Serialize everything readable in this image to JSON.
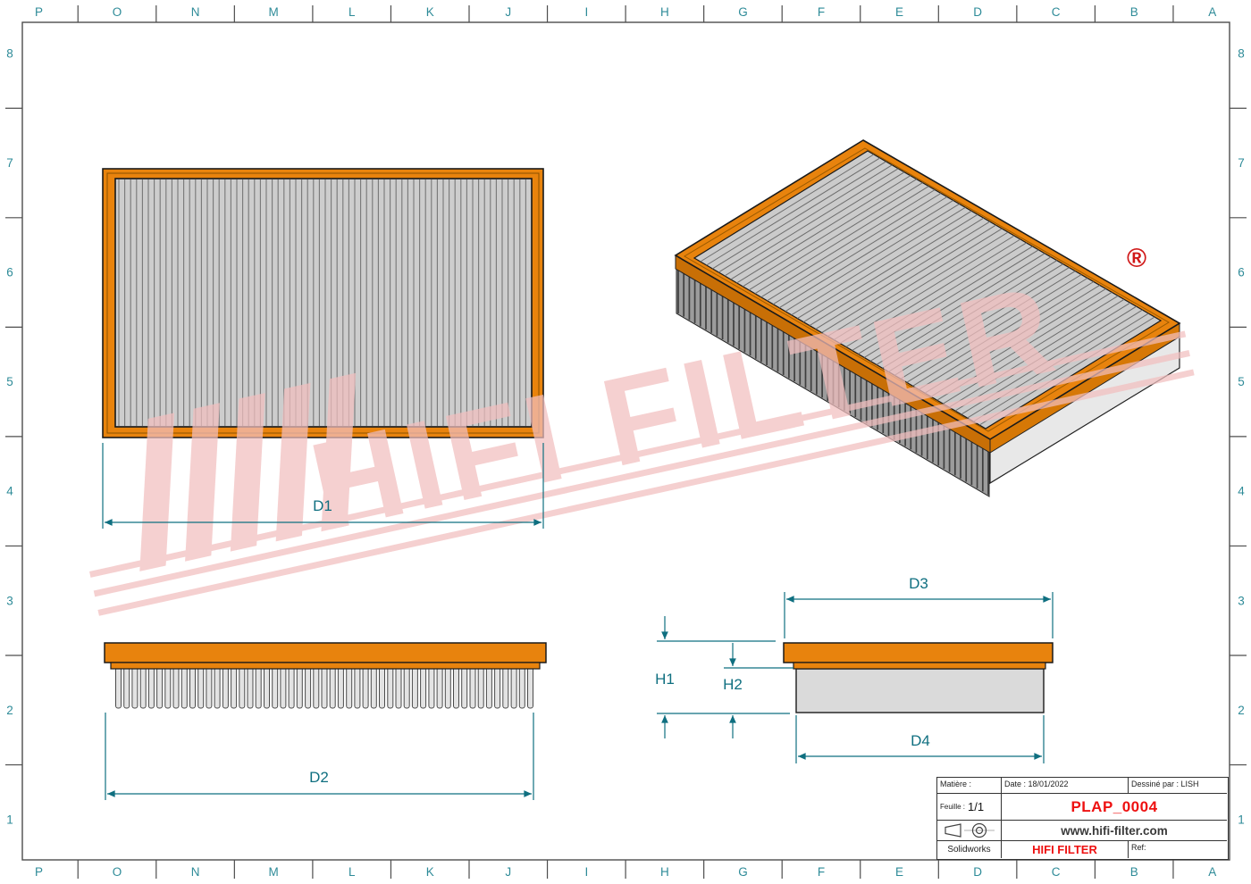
{
  "grid": {
    "columns": [
      "P",
      "O",
      "N",
      "M",
      "L",
      "K",
      "J",
      "I",
      "H",
      "G",
      "F",
      "E",
      "D",
      "C",
      "B",
      "A"
    ],
    "rows": [
      "8",
      "7",
      "6",
      "5",
      "4",
      "3",
      "2",
      "1"
    ]
  },
  "dimensions": {
    "d1": "D1",
    "d2": "D2",
    "d3": "D3",
    "d4": "D4",
    "h1": "H1",
    "h2": "H2"
  },
  "watermark": {
    "text": "HIFI FILTER",
    "registered_mark": "®"
  },
  "colors": {
    "frame_orange": "#E8830D",
    "pleat_gray": "#CDCDCD",
    "dimension_teal": "#0F6F80",
    "grid_teal": "#2E8B98",
    "watermark_pink": "#F2BFBF",
    "brand_red": "#EE1111"
  },
  "title_block": {
    "matiere_label": "Matière :",
    "date_label": "Date : 18/01/2022",
    "dessine_par_label": "Dessiné par : LISH",
    "feuille_label": "Feuille :",
    "feuille_value": "1/1",
    "part_number": "PLAP_0004",
    "website": "www.hifi-filter.com",
    "software_label": "Solidworks",
    "brand_label": "HIFI FILTER",
    "ref_label": "Ref:"
  }
}
